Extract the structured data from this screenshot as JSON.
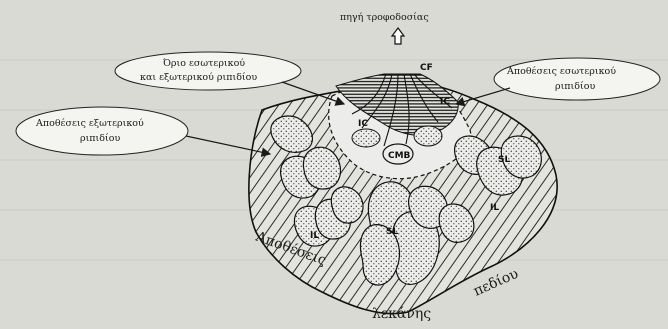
{
  "labels": {
    "source": "πηγή τροφοδοσίας",
    "boundary_callout_line1": "Όριο εσωτερικού",
    "boundary_callout_line2": "και εξωτερικού ριπιδίου",
    "inner_callout_line1": "Αποθέσεις εσωτερικού",
    "inner_callout_line2": "ριπιδίου",
    "outer_callout_line1": "Αποθέσεις εξωτερικού",
    "outer_callout_line2": "ριπιδίου",
    "basin_word1": "Αποθέσεις",
    "basin_word2": "λεκάνης",
    "basin_word3": "πεδίου"
  },
  "codes": {
    "channel_fill": "CF",
    "inner_channel": "IC",
    "channel_mouth_bar": "CMB",
    "suprafan_lobe": "SL",
    "interlobe": "IL"
  }
}
